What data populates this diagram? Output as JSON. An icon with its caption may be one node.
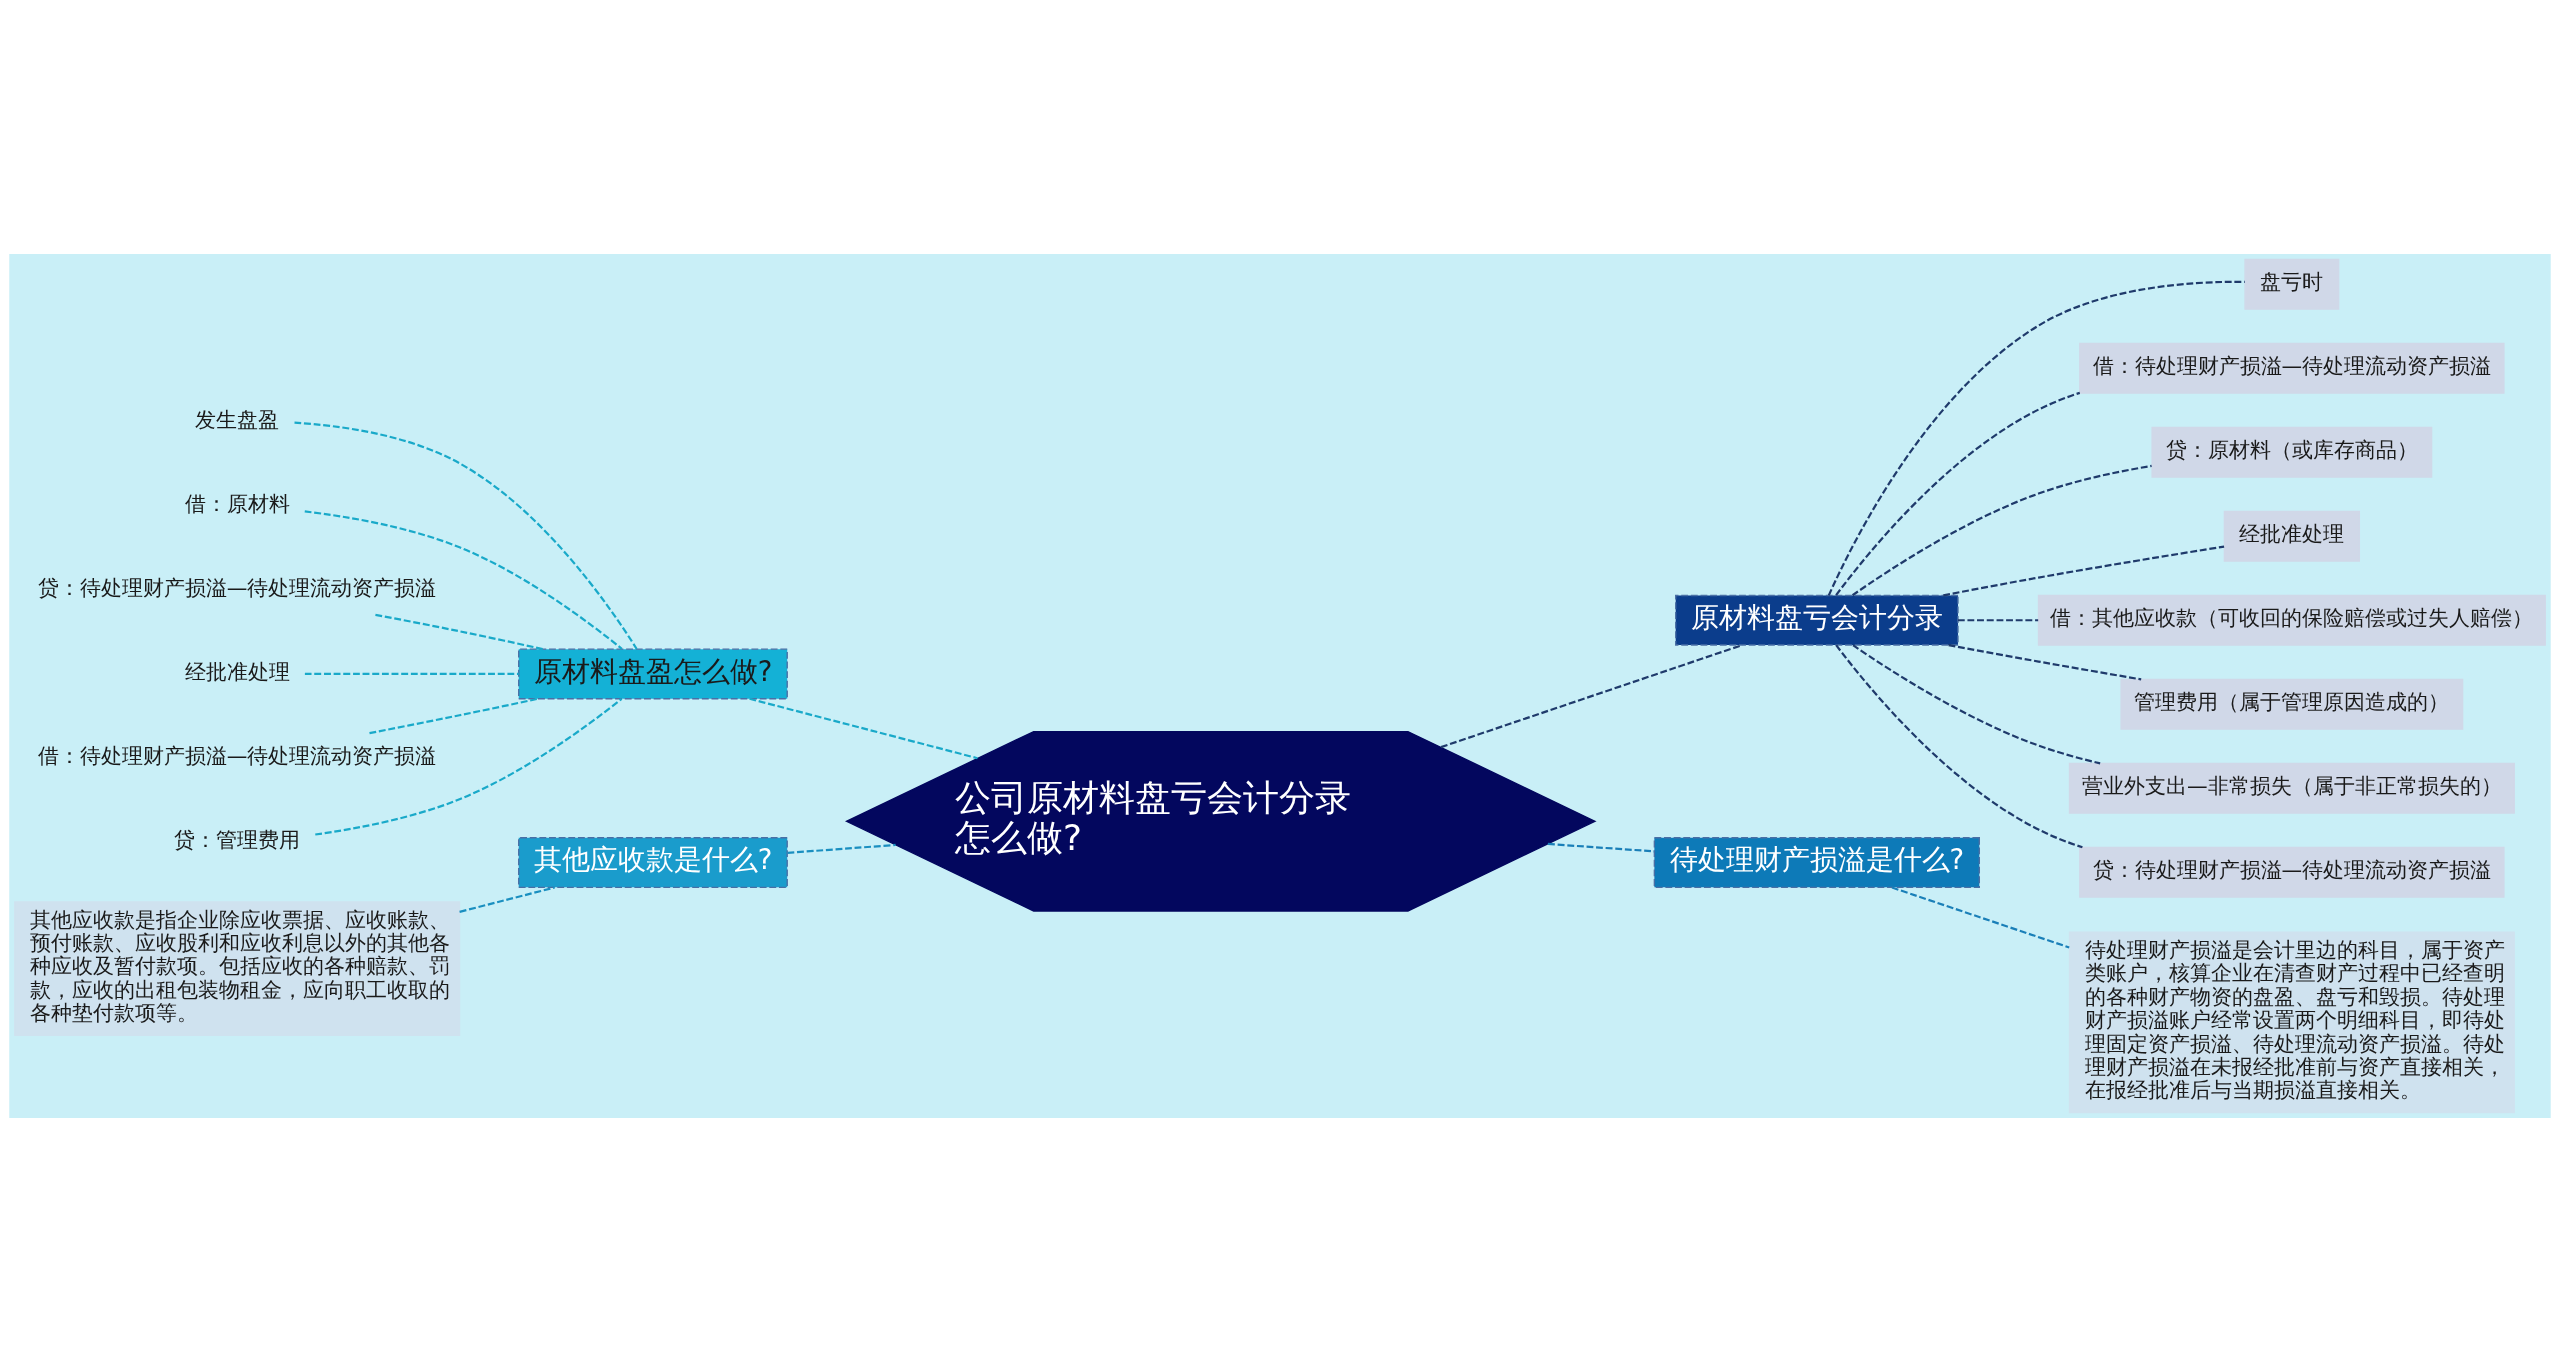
{
  "diagram": {
    "nodes": [
      {
        "text": [
          "公司原材料盘亏会计分录怎么做?"
        ]
      },
      {
        "text": [
          "原材料盘盈怎么做?"
        ]
      },
      {
        "text": [
          "发生盘盈"
        ]
      },
      {
        "text": [
          "借：原材料"
        ]
      },
      {
        "text": [
          "贷：待处理财产损溢—待处理流动资产损溢"
        ]
      },
      {
        "text": [
          "经批准处理"
        ]
      },
      {
        "text": [
          "借：待处理财产损溢—待处理流动资产损溢"
        ]
      },
      {
        "text": [
          "贷：管理费用"
        ]
      },
      {
        "text": [
          "其他应收款是什么?"
        ]
      },
      {
        "text": [
          "其他应收款是指企业除应收票据、应收账款、预付账款、应收股利和应收利息以外的其他各种应收及暂付款项。包括应收的各种赔款、罚款，应收的出租包装物租金，应向职工收取的各种垫付款项等。"
        ]
      },
      {
        "text": [
          "原材料盘亏会计分录"
        ]
      },
      {
        "text": [
          "盘亏时"
        ]
      },
      {
        "text": [
          "借：待处理财产损溢—待处理流动资产损溢"
        ]
      },
      {
        "text": [
          "贷：原材料（或库存商品）"
        ]
      },
      {
        "text": [
          "经批准处理"
        ]
      },
      {
        "text": [
          "借：其他应收款（可收回的保险赔偿或过失人赔偿）"
        ]
      },
      {
        "text": [
          "管理费用（属于管理原因造成的）"
        ]
      },
      {
        "text": [
          "营业外支出—非常损失（属于非正常损失的）"
        ]
      },
      {
        "text": [
          "贷：待处理财产损溢—待处理流动资产损溢"
        ]
      },
      {
        "text": [
          "待处理财产损溢是什么?"
        ]
      },
      {
        "text": [
          "待处理财产损溢是会计里边的科目，属于资产类账户，核算企业在清查财产过程中已经查明的各种财产物资的盘盈、盘亏和毁损。待处理财产损溢账户经常设置两个明细科目，即待处理固定资产损溢、待处理流动资产损溢。待处理财产损溢在未报经批准前与资产直接相关，在报经批准后与当期损溢直接相关。"
        ]
      }
    ],
    "edges": [
      {
        "from": 2,
        "to": 1,
        "arrow": "none",
        "style": "dashed",
        "color": "#19a9c9"
      },
      {
        "from": 3,
        "to": 1,
        "arrow": "none",
        "style": "dashed",
        "color": "#19a9c9"
      },
      {
        "from": 4,
        "to": 1,
        "arrow": "none",
        "style": "dashed",
        "color": "#19a9c9"
      },
      {
        "from": 5,
        "to": 1,
        "arrow": "none",
        "style": "dashed",
        "color": "#19a9c9"
      },
      {
        "from": 6,
        "to": 1,
        "arrow": "none",
        "style": "dashed",
        "color": "#19a9c9"
      },
      {
        "from": 7,
        "to": 1,
        "arrow": "none",
        "style": "dashed",
        "color": "#19a9c9"
      },
      {
        "from": 1,
        "to": 0,
        "arrow": "none",
        "style": "dashed",
        "color": "#19a9c9"
      },
      {
        "from": 9,
        "to": 8,
        "arrow": "none",
        "style": "dashed",
        "color": "#1a8fc0"
      },
      {
        "from": 8,
        "to": 0,
        "arrow": "none",
        "style": "dashed",
        "color": "#1a8fc0"
      },
      {
        "from": 0,
        "to": 10,
        "arrow": "none",
        "style": "dashed",
        "color": "#1f3a6b"
      },
      {
        "from": 10,
        "to": 11,
        "arrow": "none",
        "style": "dashed",
        "color": "#1f3a6b"
      },
      {
        "from": 10,
        "to": 12,
        "arrow": "none",
        "style": "dashed",
        "color": "#1f3a6b"
      },
      {
        "from": 10,
        "to": 13,
        "arrow": "none",
        "style": "dashed",
        "color": "#1f3a6b"
      },
      {
        "from": 10,
        "to": 14,
        "arrow": "none",
        "style": "dashed",
        "color": "#1f3a6b"
      },
      {
        "from": 10,
        "to": 15,
        "arrow": "none",
        "style": "dashed",
        "color": "#1f3a6b"
      },
      {
        "from": 10,
        "to": 16,
        "arrow": "none",
        "style": "dashed",
        "color": "#1f3a6b"
      },
      {
        "from": 10,
        "to": 17,
        "arrow": "none",
        "style": "dashed",
        "color": "#1f3a6b"
      },
      {
        "from": 10,
        "to": 18,
        "arrow": "none",
        "style": "dashed",
        "color": "#1f3a6b"
      },
      {
        "from": 0,
        "to": 19,
        "arrow": "none",
        "style": "dashed",
        "color": "#1a7fb8"
      },
      {
        "from": 19,
        "to": 20,
        "arrow": "none",
        "style": "dashed",
        "color": "#1a7fb8"
      }
    ]
  }
}
